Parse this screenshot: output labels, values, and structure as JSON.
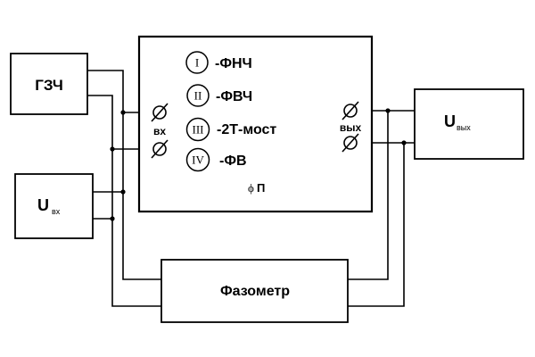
{
  "blocks": {
    "generator": "ГЗЧ",
    "input_meter": {
      "symbol": "U",
      "subscript": "вх"
    },
    "output_meter": {
      "symbol": "U",
      "subscript": "вых"
    },
    "phase_meter": "Фазометр"
  },
  "device": {
    "filters": [
      {
        "numeral": "I",
        "label": "-ФНЧ"
      },
      {
        "numeral": "II",
        "label": "-ФВЧ"
      },
      {
        "numeral": "III",
        "label": "-2Т-мост"
      },
      {
        "numeral": "IV",
        "label": "-ФВ"
      }
    ],
    "input_label": "вх",
    "output_label": "вых",
    "switch_symbol": "ϕ",
    "switch_label": "П"
  }
}
